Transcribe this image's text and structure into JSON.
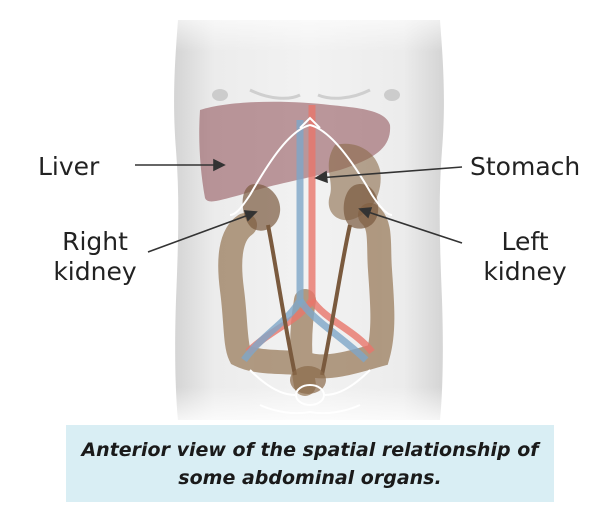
{
  "labels": {
    "liver": "Liver",
    "stomach": "Stomach",
    "right_kidney_line1": "Right",
    "right_kidney_line2": "kidney",
    "left_kidney_line1": "Left",
    "left_kidney_line2": "kidney"
  },
  "caption": {
    "line1": "Anterior view of the spatial relationship of",
    "line2": "some abdominal organs."
  },
  "colors": {
    "skin": "#e6e6e6",
    "liver": "#8c4a52",
    "organ_brown": "#8a6a4a",
    "artery": "#e8756a",
    "vein": "#7ea6c8",
    "caption_bg": "#d9eef4"
  }
}
